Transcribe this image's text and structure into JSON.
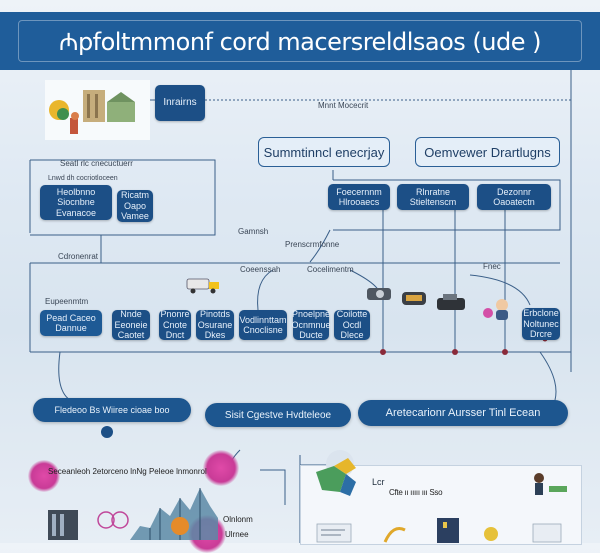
{
  "title": "₼pfoltmmonf cord macersreldlsaos (ude )",
  "top_badge": "Inrairns",
  "top_label": "Mnnt Mocecrit",
  "header_left": "Summtinncl enecrjay",
  "header_right": "Oemvewer  Drartlugns",
  "left_group_label": "Seatl rlc cnecuctuerr",
  "left_group_caption": "Lnwd dh cocriotloceen",
  "left_box_1": "Heolbnno Siocnbne Evanacoe",
  "left_box_2": "Ricatm Oapo Vamee",
  "right_boxes": [
    "Foecernnm Hlrooaecs",
    "Rlnratne Stieltenscm",
    "Dezonnr Oaoatectn"
  ],
  "mid_labels": {
    "a": "Gamnsh",
    "b": "Prenscrmfonne",
    "c": "Cdronenrat",
    "d": "Coeenssah",
    "e": "Cocelimentm",
    "f": "Eupeenmtm",
    "g": "Fnec"
  },
  "row_boxes": [
    "Pead Caceo Dannue",
    "Nnde Eeoneie Caotet",
    "Pnonre Cnote Dnct",
    "Pinotds Osurane Dkes",
    "Vodlinnttam Cnoclisne",
    "Pnoelpne Ocnmnue Ducte",
    "Coilotte Ocdl Dlece",
    "Erbclone Noltunec Drcre"
  ],
  "pills": [
    "Fledeoo Bs  Wiiree cioae boo",
    "Sisit  Cgestve  Hvdteleoe",
    "Aretecarionr  Aursser Tinl  Ecean"
  ],
  "bottom_labels": {
    "left": "Seceanleoh 2etorceno lnNg Peleoe lnmonrol",
    "right_top": "Lcr",
    "right_mid": "Cfte ıı ııııı ııı Sso",
    "small": "Olnlonm",
    "small2": "Ulrnee"
  },
  "colors": {
    "banner": "#1f5d9a",
    "box": "#1c4f86",
    "accent_magenta": "#d6479f",
    "line": "#2f5d8c"
  }
}
